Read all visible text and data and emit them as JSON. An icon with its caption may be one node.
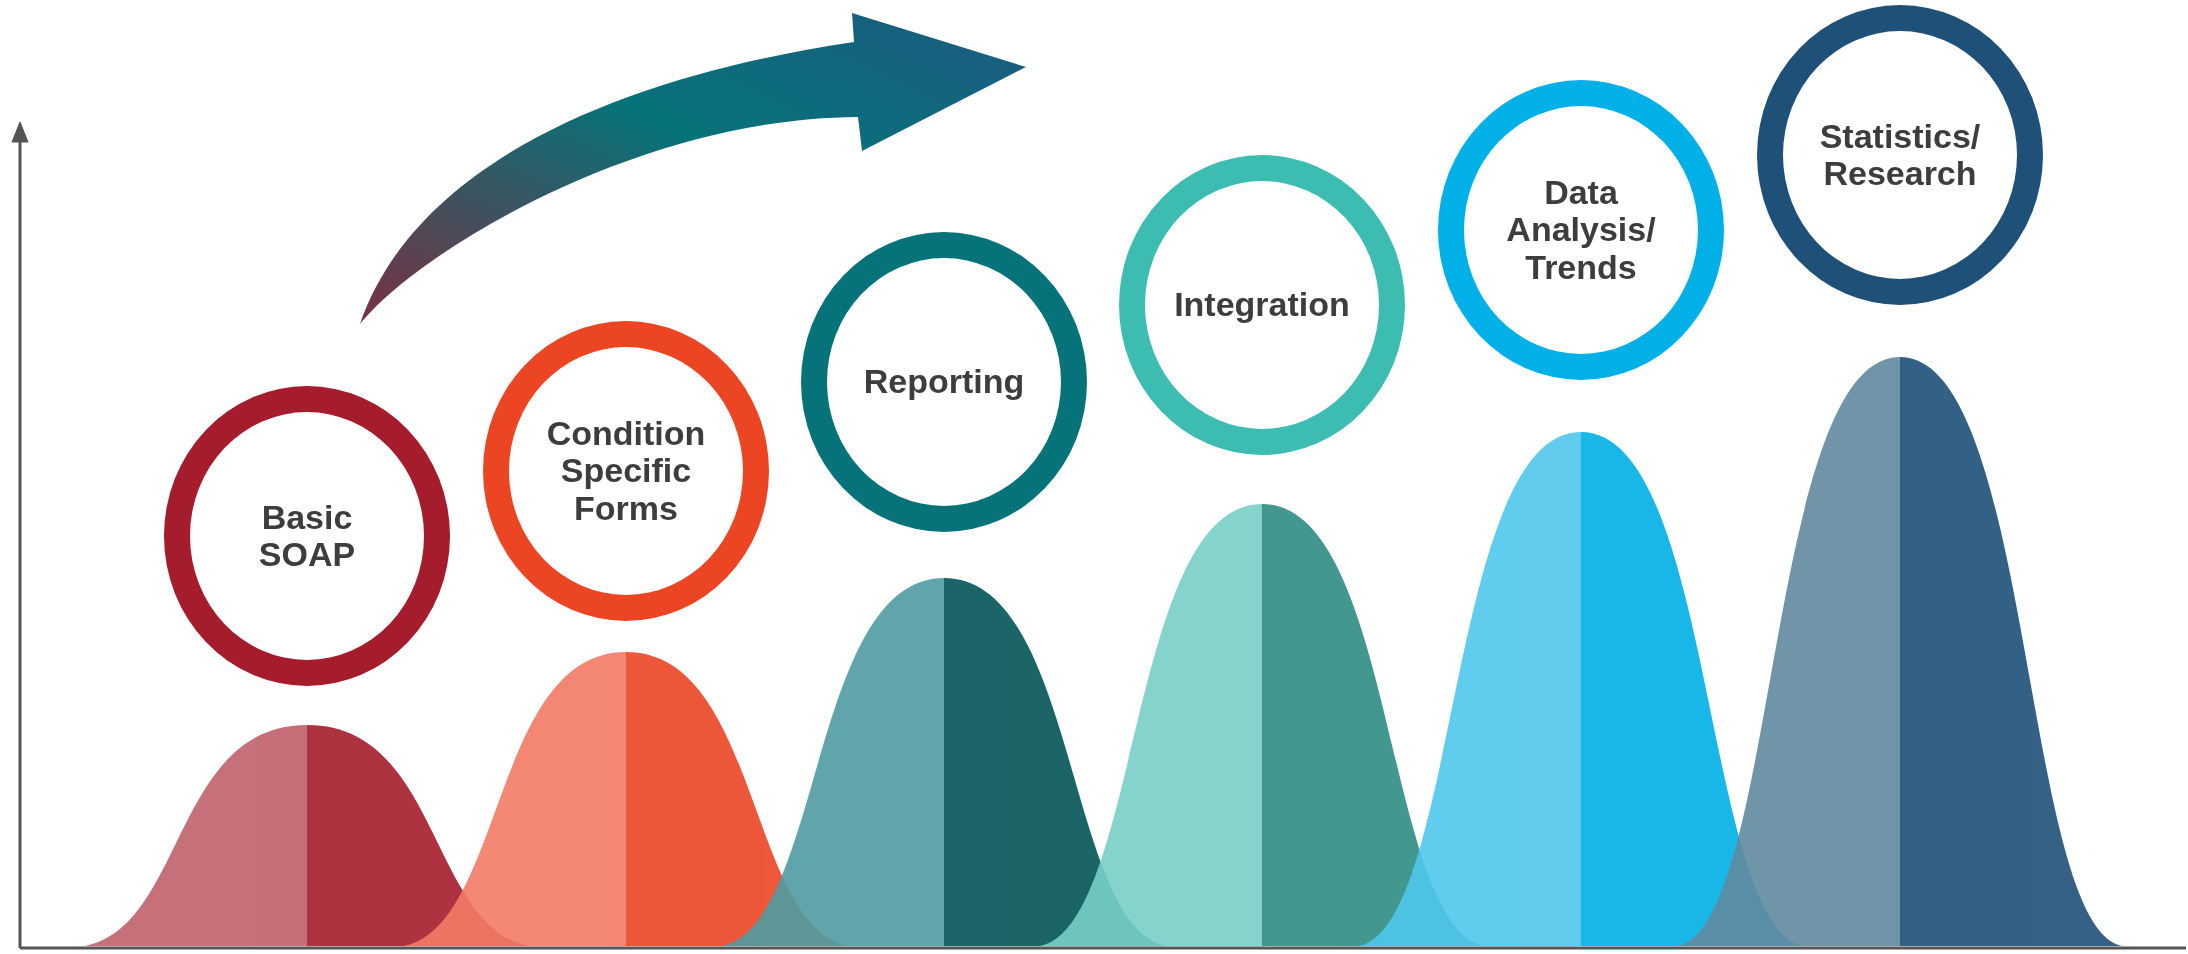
{
  "diagram": {
    "nodes": [
      {
        "text": [
          "Basic SOAP"
        ]
      },
      {
        "text": [
          "Condition Specific Forms"
        ]
      },
      {
        "text": [
          "Reporting"
        ]
      },
      {
        "text": [
          "Integration"
        ]
      },
      {
        "text": [
          "Data Analysis/ Trends"
        ]
      },
      {
        "text": [
          "Statistics/ Research"
        ]
      }
    ]
  }
}
